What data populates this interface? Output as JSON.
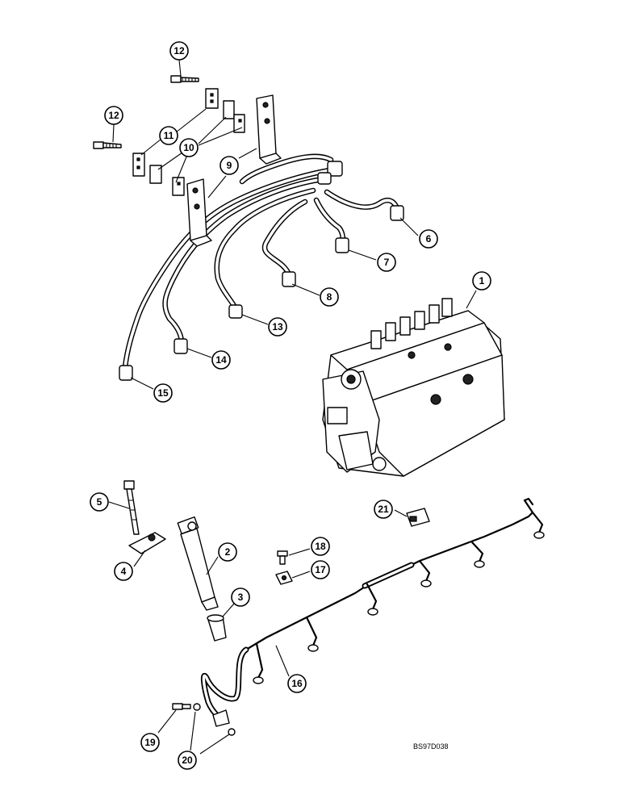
{
  "figure": {
    "reference_code": "BS97D038"
  },
  "callouts": [
    {
      "id": "1",
      "label": "1"
    },
    {
      "id": "2",
      "label": "2"
    },
    {
      "id": "3",
      "label": "3"
    },
    {
      "id": "4",
      "label": "4"
    },
    {
      "id": "5",
      "label": "5"
    },
    {
      "id": "6",
      "label": "6"
    },
    {
      "id": "7",
      "label": "7"
    },
    {
      "id": "8",
      "label": "8"
    },
    {
      "id": "9",
      "label": "9"
    },
    {
      "id": "10",
      "label": "10"
    },
    {
      "id": "11",
      "label": "11"
    },
    {
      "id": "12a",
      "label": "12"
    },
    {
      "id": "12b",
      "label": "12"
    },
    {
      "id": "13",
      "label": "13"
    },
    {
      "id": "14",
      "label": "14"
    },
    {
      "id": "15",
      "label": "15"
    },
    {
      "id": "16",
      "label": "16"
    },
    {
      "id": "17",
      "label": "17"
    },
    {
      "id": "18",
      "label": "18"
    },
    {
      "id": "19",
      "label": "19"
    },
    {
      "id": "20",
      "label": "20"
    },
    {
      "id": "21",
      "label": "21"
    }
  ]
}
